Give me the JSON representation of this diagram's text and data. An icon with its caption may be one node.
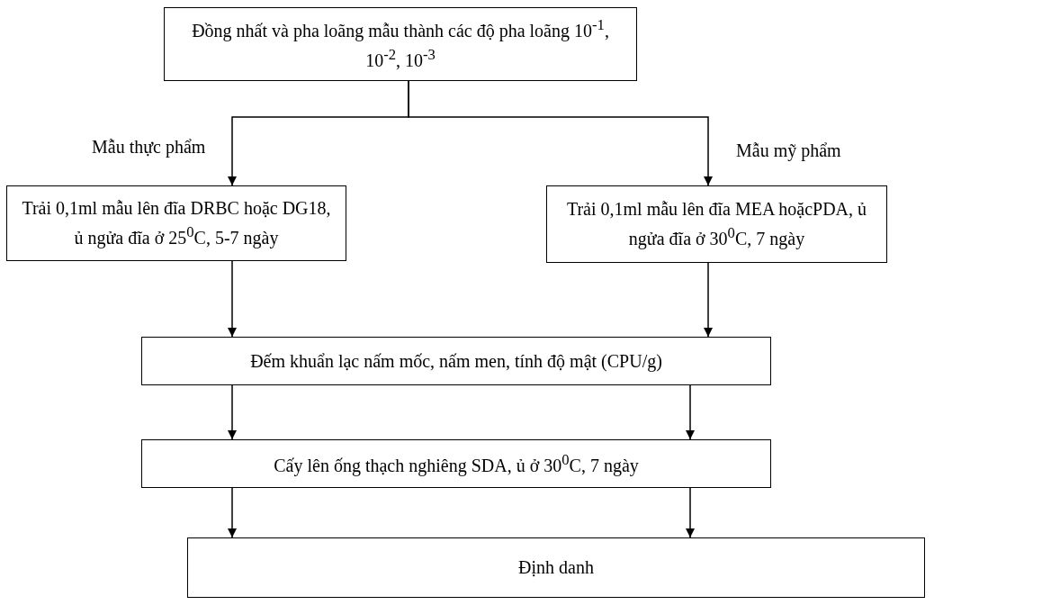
{
  "diagram": {
    "nodes": [
      {
        "text": [
          "Đồng nhất và pha loãng mẫu thành các độ pha loãng 10$^{-1}$, 10$^{-2}$, 10$^{-3}$"
        ]
      },
      {
        "text": [
          "Trải 0,1ml mẫu lên đĩa DRBC hoặc DG18, ủ ngửa đĩa ở 25$^{0}$C, 5-7 ngày"
        ],
        "beside": [
          "Mẫu thực phẩm"
        ]
      },
      {
        "text": [
          "Trải 0,1ml mẫu lên đĩa MEA hoặcPDA, ủ ngửa đĩa ở 30$^{0}$C, 7 ngày"
        ],
        "beside": [
          "Mẫu mỹ phẩm"
        ]
      },
      {
        "text": [
          "Đếm khuẩn lạc nấm mốc, nấm men, tính độ mật (CPU/g)"
        ]
      },
      {
        "text": [
          "Cấy lên ống thạch nghiêng SDA, ủ ở 30$^{0}$C, 7 ngày"
        ]
      },
      {
        "text": [
          "Định danh"
        ]
      }
    ],
    "edges": [
      {
        "from": 0,
        "to": 1,
        "arrow": "to"
      },
      {
        "from": 0,
        "to": 2,
        "arrow": "to"
      },
      {
        "from": 1,
        "to": 3,
        "arrow": "to"
      },
      {
        "from": 2,
        "to": 3,
        "arrow": "to"
      },
      {
        "from": 3,
        "to": 4,
        "arrow": "to"
      },
      {
        "from": 3,
        "to": 4,
        "arrow": "to"
      },
      {
        "from": 4,
        "to": 5,
        "arrow": "to"
      },
      {
        "from": 4,
        "to": 5,
        "arrow": "to"
      }
    ]
  }
}
